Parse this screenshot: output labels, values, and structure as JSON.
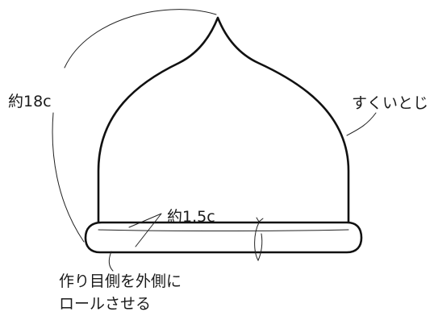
{
  "labels": {
    "length": "約18c",
    "decrease_finish": "すくいとじ",
    "rib_height": "約1.5c",
    "roll_line1": "作り目側を外側に",
    "roll_line2": "ロールさせる"
  },
  "colors": {
    "line": "#111111",
    "background": "#ffffff"
  }
}
